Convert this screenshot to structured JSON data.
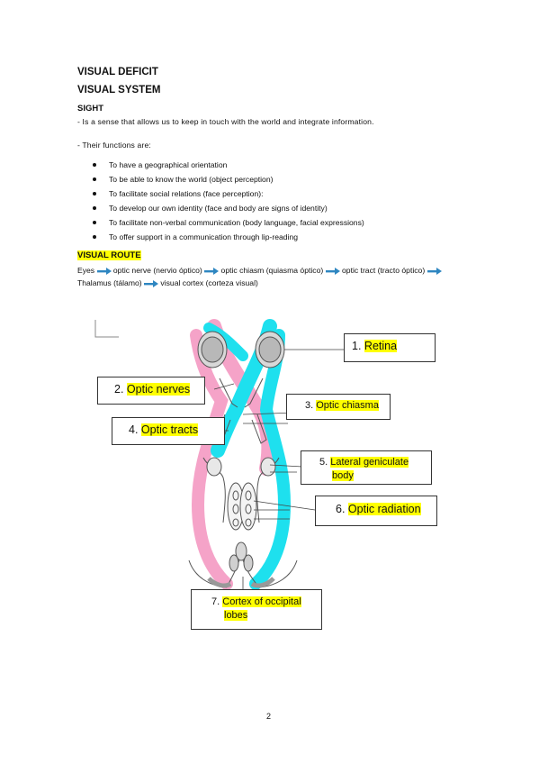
{
  "title": "VISUAL DEFICIT",
  "subtitle": "VISUAL SYSTEM",
  "sight": {
    "heading": "SIGHT",
    "intro": "- Is a sense that allows us to keep in touch with the world and integrate information.",
    "functions_intro": "- Their functions are:",
    "functions": [
      "To have a geographical orientation",
      "To be able to know the world (object perception)",
      "To facilitate social relations (face perception):",
      "To develop our own identity (face and body are signs of identity)",
      "To facilitate non-verbal communication (body language, facial expressions)",
      "To offer support in a communication through lip-reading"
    ]
  },
  "route": {
    "heading": "VISUAL ROUTE",
    "steps": [
      "Eyes",
      "optic nerve (nervio óptico)",
      "optic chiasm (quiasma óptico)",
      "optic tract (tracto óptico)",
      "Thalamus (tálamo)",
      "visual cortex (corteza visual)"
    ],
    "arrow_color": "#2e86c1",
    "arrow_icon": "right-arrow-icon"
  },
  "diagram": {
    "labels": {
      "retina_num": "1.",
      "retina": "Retina",
      "nerves_num": "2.",
      "nerves": "Optic nerves",
      "chiasma_num": "3.",
      "chiasma": "Optic chiasma",
      "tracts_num": "4.",
      "tracts": "Optic tracts",
      "lgb_num": "5.",
      "lgb_a": "Lateral geniculate",
      "lgb_b": "body",
      "radiation_num": "6.",
      "radiation": "Optic radiation",
      "cortex_num": "7.",
      "cortex_a": "Cortex of occipital",
      "cortex_b": "lobes"
    },
    "colors": {
      "left_pathway": "#f5a3c8",
      "right_pathway": "#1ee0ee",
      "highlight": "#ffff00"
    }
  },
  "page_number": "2"
}
